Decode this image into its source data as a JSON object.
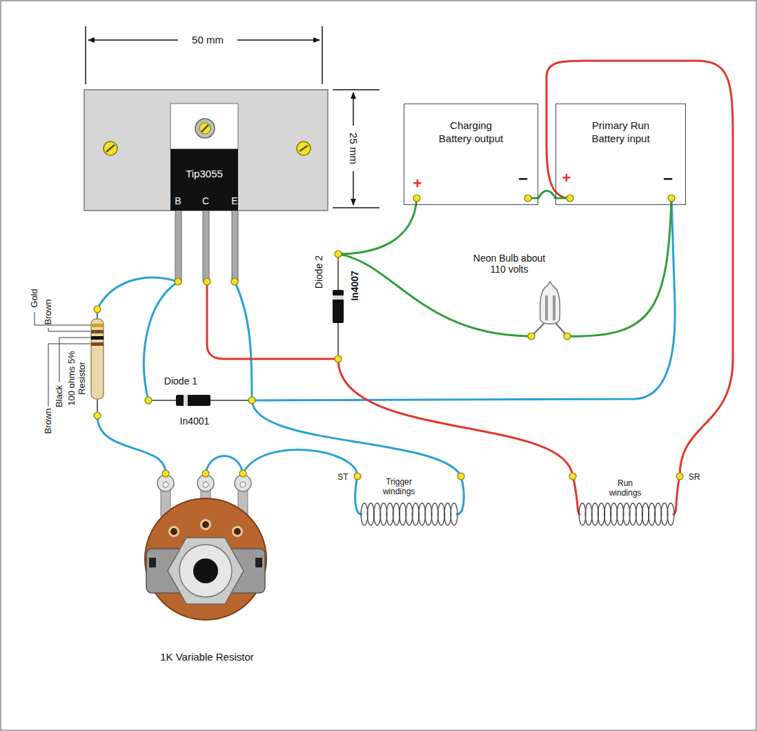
{
  "diagram": {
    "nodes": [
      {
        "text": [
          "Charging Battery output",
          "+",
          "−"
        ]
      },
      {
        "text": [
          "Primary Run Battery input",
          "+",
          "−"
        ]
      }
    ],
    "edges": [
      {
        "from": 0,
        "to": 1,
        "arrow": "none"
      }
    ],
    "labels": [
      "50 mm",
      "25 mm",
      "Tip3055",
      "B",
      "C",
      "E",
      "Neon Bulb about 110 volts",
      "Diode 2",
      "In4007",
      "Gold",
      "Brown",
      "Black",
      "Brown",
      "100 ohms 5% Resistor",
      "Diode 1",
      "In4001",
      "ST",
      "Trigger windings",
      "Run windings",
      "SR",
      "1K Variable Resistor"
    ]
  }
}
